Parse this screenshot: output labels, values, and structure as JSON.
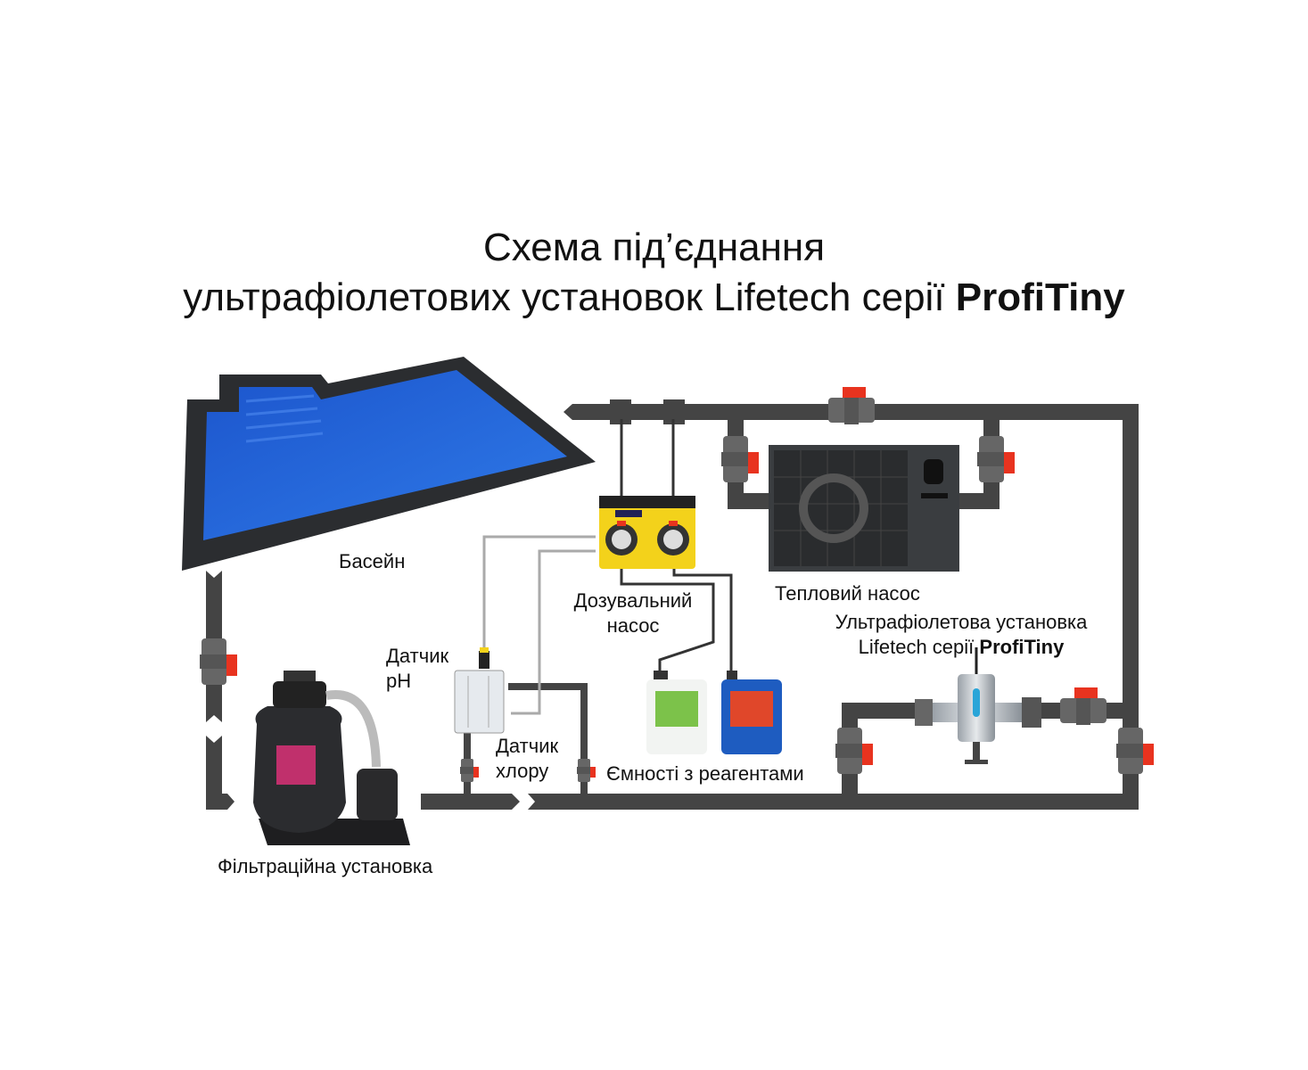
{
  "title": {
    "line1": "Схема під’єднання",
    "line2_prefix": "ультрафіолетових установок Lifetech серії",
    "line2_brand": "ProfiTiny"
  },
  "labels": {
    "pool": "Басейн",
    "filter": "Фільтраційна установка",
    "ph_sensor": [
      "Датчик",
      "pH"
    ],
    "chlorine_sensor": [
      "Датчик",
      "хлору"
    ],
    "dosing_pump": [
      "Дозувальний",
      "насос"
    ],
    "containers": "Ємності з реагентами",
    "heat_pump": "Тепловий насос",
    "uv_unit_line1": "Ультрафіолетова установка",
    "uv_unit_line2_prefix": "Lifetech серії",
    "uv_unit_brand": "ProfiTiny"
  },
  "colors": {
    "pipe": "#444444",
    "pool_water": "#1f5fd6",
    "pool_frame": "#2b2d30",
    "valve_handle": "#e8331f",
    "dosing_pump": "#f3d21b"
  }
}
